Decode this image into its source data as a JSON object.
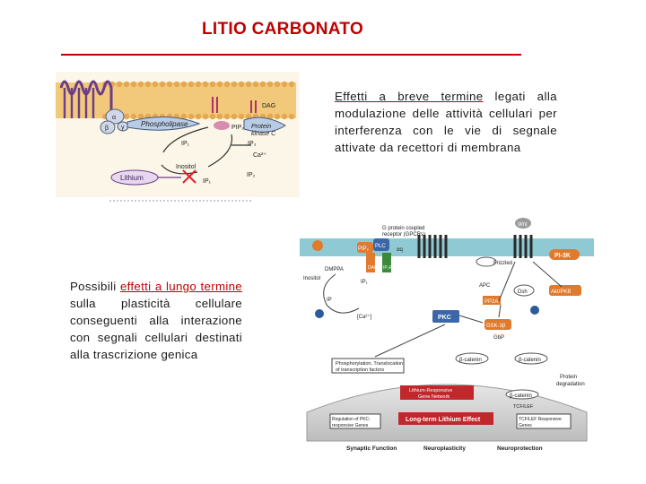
{
  "slide": {
    "title": "LITIO CARBONATO",
    "short_term": {
      "highlight": "Effetti a breve termine",
      "rest": " legati alla modulazione delle attività cellulari per interferenza con le vie di segnale attivate da recettori di membrana"
    },
    "long_term": {
      "lead": "Possibili ",
      "highlight": "effetti a lungo termine",
      "rest": " sulla plasticità cellulare conseguenti alla interazione con segnali cellulari destinati alla trascrizione genica"
    }
  },
  "figure1": {
    "labels": {
      "alpha": "α",
      "beta": "β",
      "gamma": "γ",
      "phospholipase": "Phospholipase",
      "dag": "DAG",
      "pip2": "PIP₂",
      "pkc1": "Protein",
      "pkc2": "kinase C",
      "ip1": "IP₁",
      "ip3": "IP₃",
      "ip2": "IP₂",
      "inositol": "Inositol",
      "ca": "Ca²⁺",
      "lithium": "Lithium"
    }
  },
  "figure2": {
    "labels": {
      "gpcr1": "G protein coupled",
      "gpcr2": "receptor (GPCRs)",
      "wnt": "Wnt",
      "frizzled": "Frizzled",
      "pi3k": "PI-3K",
      "plc": "PLC",
      "pip2": "PIP₂",
      "dag": "DAG",
      "ip3r": "IP₃R",
      "alpha": "αq",
      "dmpa": "DMPPA",
      "inositol": "Inositol",
      "ip1": "IP₁",
      "ip": "IP",
      "ca": "[Ca²⁺]",
      "apc": "APC",
      "dsh": "Dsh",
      "pp2a": "PP2A",
      "aktpkb": "Akt/PKB",
      "pkc": "PKC",
      "gsk3b": "GSK-3β",
      "gbp": "GbP",
      "phospho1": "Phosphorylation, Translocation",
      "phospho2": "of transcription factors",
      "bcatenin": "β-catenin",
      "bcatenin2": "β-catenin",
      "bcatenin3": "β-catenin",
      "prot1": "Protein",
      "prot2": "degradation",
      "network1": "Lithium-Responsive",
      "network2": "Gene Network",
      "tcflef": "TCF/LEF",
      "reg1": "Regulation of PKC-",
      "reg2": "responsive Genes",
      "ltle": "Long-term Lithium Effect",
      "tcf2a": "TCF/LEF Responsive",
      "tcf2b": "Genes",
      "synaptic": "Synaptic Function",
      "neuroplasticity": "Neuroplasticity",
      "neuroprotection": "Neuroprotection"
    }
  }
}
